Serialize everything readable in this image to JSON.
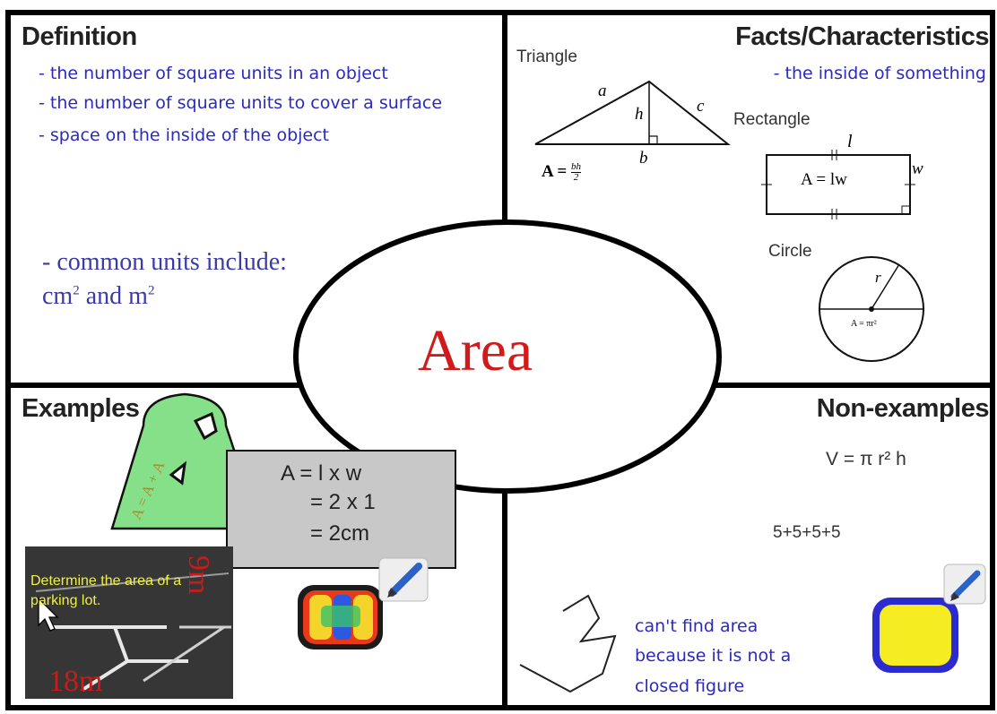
{
  "title": "Area",
  "definition": {
    "heading": "Definition",
    "items": [
      "- the number of square units in an object",
      "- the number of square units to cover a surface",
      "- space on the inside of the object"
    ],
    "units_line1": "- common units include:",
    "units_cm": "cm",
    "units_and": " and m",
    "units_sup": "2"
  },
  "facts": {
    "heading": "Facts/Characteristics",
    "note": "- the inside of something",
    "triangle": {
      "label": "Triangle",
      "a": "a",
      "b": "b",
      "c": "c",
      "h": "h",
      "formula_lhs": "A =",
      "formula_num": "bh",
      "formula_den": "2"
    },
    "rectangle": {
      "label": "Rectangle",
      "l": "l",
      "w": "w",
      "formula": "A = lw"
    },
    "circle": {
      "label": "Circle",
      "r": "r",
      "formula": "A = πr²"
    }
  },
  "examples": {
    "heading": "Examples",
    "shape_text": "A = A + A",
    "box_line1": "A = l x w",
    "box_line2": "= 2 x 1",
    "box_line3": "= 2cm",
    "photo_text": "Determine the area of a parking lot.",
    "dim_vertical": "9m",
    "dim_horizontal": "18m"
  },
  "nonexamples": {
    "heading": "Non-examples",
    "formula": "V = π r² h",
    "sum": "5+5+5+5",
    "note_lines": [
      "can't find area",
      "because it is not a",
      "closed figure"
    ]
  },
  "colors": {
    "title_red": "#d11a1a",
    "handwriting_blue": "#2a2ac0",
    "shape_green": "#86e08a",
    "box_gray": "#c8c8c8",
    "photo_yellow": "#f0f04a",
    "dim_red": "#cc1a1a"
  }
}
